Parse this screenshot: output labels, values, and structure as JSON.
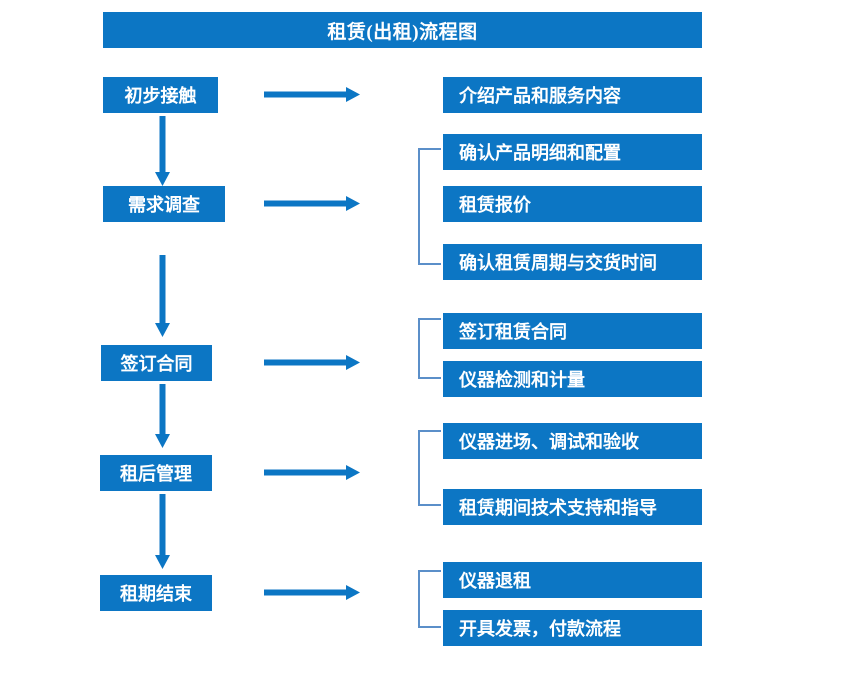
{
  "diagram": {
    "title": "租赁(出租)流程图",
    "accent_color": "#0c76c4",
    "bracket_color": "#5b8fc9",
    "text_color": "#ffffff",
    "background_color": "#ffffff",
    "stages": [
      {
        "label": "初步接触"
      },
      {
        "label": "需求调查"
      },
      {
        "label": "签订合同"
      },
      {
        "label": "租后管理"
      },
      {
        "label": "租期结束"
      }
    ],
    "details": [
      {
        "label": "介绍产品和服务内容"
      },
      {
        "label": "确认产品明细和配置"
      },
      {
        "label": "租赁报价"
      },
      {
        "label": "确认租赁周期与交货时间"
      },
      {
        "label": "签订租赁合同"
      },
      {
        "label": "仪器检测和计量"
      },
      {
        "label": "仪器进场、调试和验收"
      },
      {
        "label": "租赁期间技术支持和指导"
      },
      {
        "label": "仪器退租"
      },
      {
        "label": "开具发票，付款流程"
      }
    ],
    "groups": [
      {
        "name": "group-requirement",
        "members": [
          "确认产品明细和配置",
          "租赁报价",
          "确认租赁周期与交货时间"
        ]
      },
      {
        "name": "group-contract",
        "members": [
          "签订租赁合同",
          "仪器检测和计量"
        ]
      },
      {
        "name": "group-post-rental",
        "members": [
          "仪器进场、调试和验收",
          "租赁期间技术支持和指导"
        ]
      },
      {
        "name": "group-end",
        "members": [
          "仪器退租",
          "开具发票，付款流程"
        ]
      }
    ],
    "connectors": {
      "stage_to_detail": [
        "初步接触 → 介绍产品和服务内容",
        "需求调查 → 需求明细组",
        "签订合同 → 合同组",
        "租后管理 → 租后组",
        "租期结束 → 结束组"
      ],
      "stage_to_stage": [
        "初步接触 → 需求调查",
        "需求调查 → 签订合同",
        "签订合同 → 租后管理",
        "租后管理 → 租期结束"
      ]
    }
  }
}
